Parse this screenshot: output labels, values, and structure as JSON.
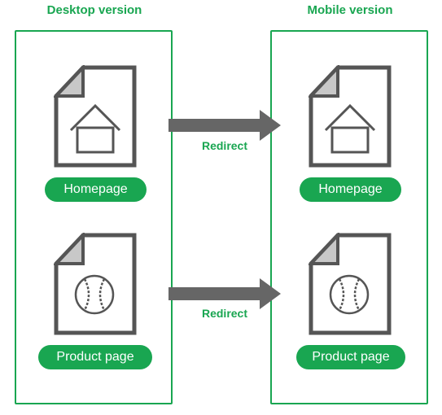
{
  "columns": {
    "desktop": {
      "title": "Desktop version",
      "items": [
        {
          "label": "Homepage",
          "icon": "house-icon"
        },
        {
          "label": "Product page",
          "icon": "baseball-icon"
        }
      ]
    },
    "mobile": {
      "title": "Mobile version",
      "items": [
        {
          "label": "Homepage",
          "icon": "house-icon"
        },
        {
          "label": "Product page",
          "icon": "baseball-icon"
        }
      ]
    }
  },
  "arrows": [
    {
      "label": "Redirect"
    },
    {
      "label": "Redirect"
    }
  ],
  "colors": {
    "accent": "#19a651",
    "doc_outline": "#555555",
    "doc_fold": "#c8c8c8",
    "arrow": "#666666"
  }
}
